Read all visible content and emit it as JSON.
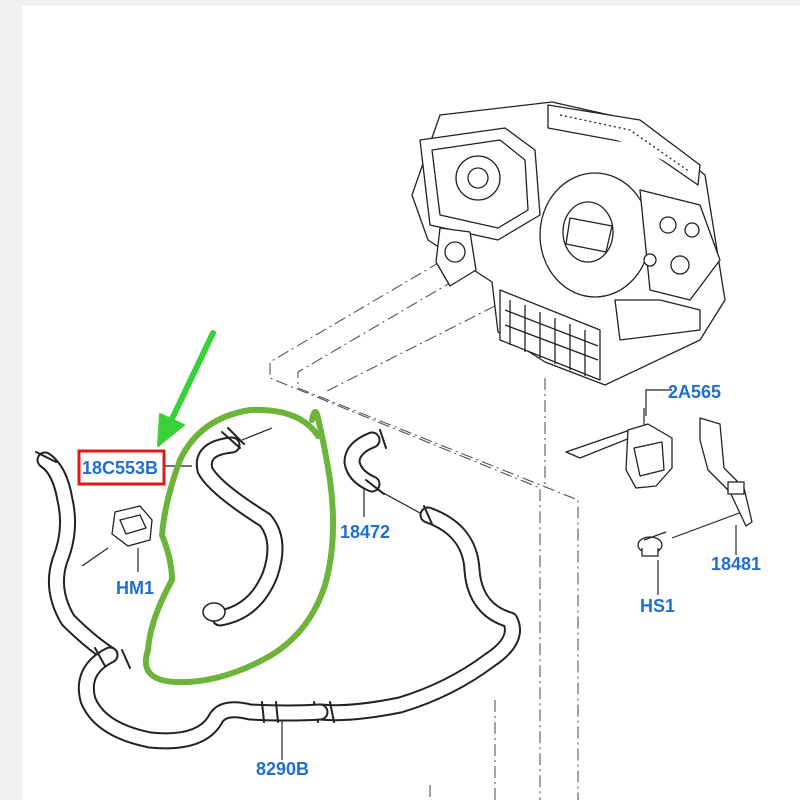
{
  "colors": {
    "background": "#f0f0f0",
    "page": "#ffffff",
    "label": "#1f6fd1",
    "line": "#333333",
    "highlight_box": "#e01818",
    "arrow": "#39d13a",
    "outline": "#6db43a"
  },
  "labels": {
    "part_18C553B": "18C553B",
    "part_18472": "18472",
    "part_2A565": "2A565",
    "part_18481": "18481",
    "part_HS1": "HS1",
    "part_HM1": "HM1",
    "part_8290B": "8290B"
  }
}
